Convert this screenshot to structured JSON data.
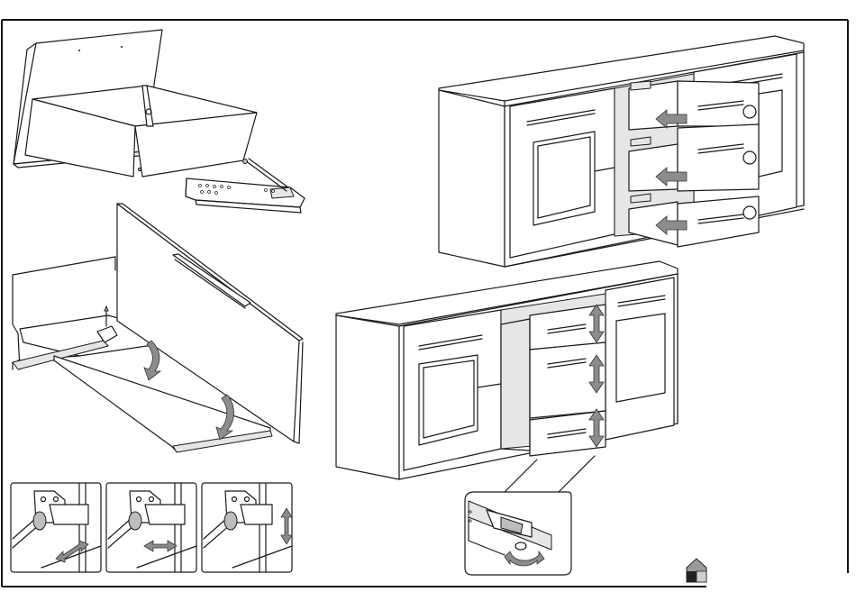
{
  "page": {
    "kind": "assembly-instruction-sheet",
    "text_labels": []
  },
  "panels": {
    "drawer_box": {
      "description_icon": "drawer-with-runner-icon"
    },
    "drawer_front": {
      "description_icon": "front-panel-fold-icon"
    },
    "hinge_steps": [
      {
        "id": 1,
        "adjust_icon": "diagonal-double-arrow-icon"
      },
      {
        "id": 2,
        "adjust_icon": "horizontal-double-arrow-icon"
      },
      {
        "id": 3,
        "adjust_icon": "vertical-double-arrow-icon"
      }
    ],
    "sideboard_insert": {
      "drawer_count": 3,
      "arrow_icon": "insert-arrow-icon"
    },
    "sideboard_adjust": {
      "drawer_count": 3,
      "arrow_icon": "vertical-double-arrow-icon"
    },
    "runner_detail": {
      "icon": "rotate-adjust-arrow-icon"
    }
  },
  "colors": {
    "line": "#1a1a1a",
    "arrow_fill": "#8c8c8c",
    "background": "#ffffff"
  },
  "logo": {
    "icon": "brand-house-icon"
  }
}
